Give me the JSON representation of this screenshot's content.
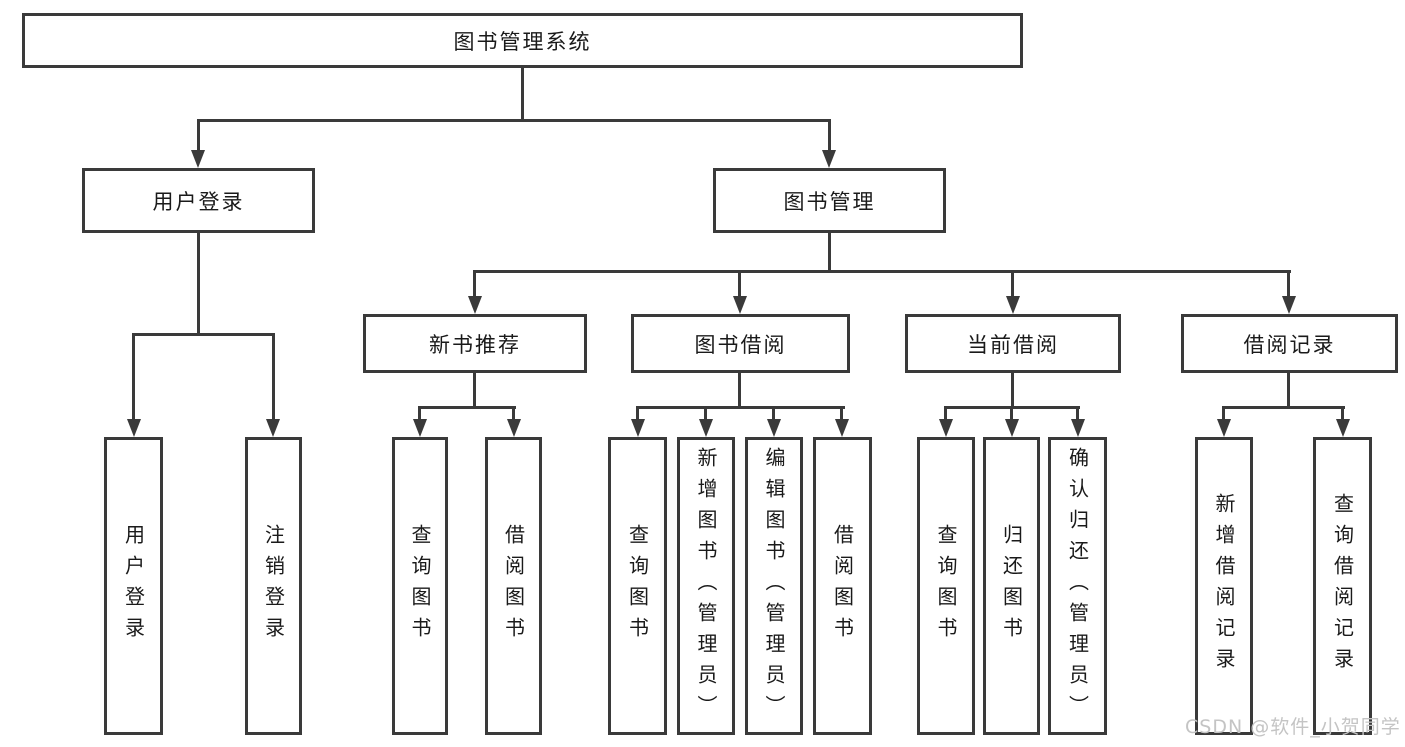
{
  "diagram": {
    "root": "图书管理系统",
    "branches": {
      "user_login": {
        "label": "用户登录",
        "children": [
          "用户登录",
          "注销登录"
        ]
      },
      "book_management": {
        "label": "图书管理",
        "sections": [
          {
            "label": "新书推荐",
            "children": [
              "查询图书",
              "借阅图书"
            ]
          },
          {
            "label": "图书借阅",
            "children": [
              "查询图书",
              "新增图书（管理员）",
              "编辑图书（管理员）",
              "借阅图书"
            ]
          },
          {
            "label": "当前借阅",
            "children": [
              "查询图书",
              "归还图书",
              "确认归还（管理员）"
            ]
          },
          {
            "label": "借阅记录",
            "children": [
              "新增借阅记录",
              "查询借阅记录"
            ]
          }
        ]
      }
    }
  },
  "watermark": "CSDN @软件_小贺同学",
  "colors": {
    "line": "#3a3a3a",
    "text": "#1a1a1a",
    "watermark": "#c4c4c4",
    "background": "#ffffff"
  }
}
